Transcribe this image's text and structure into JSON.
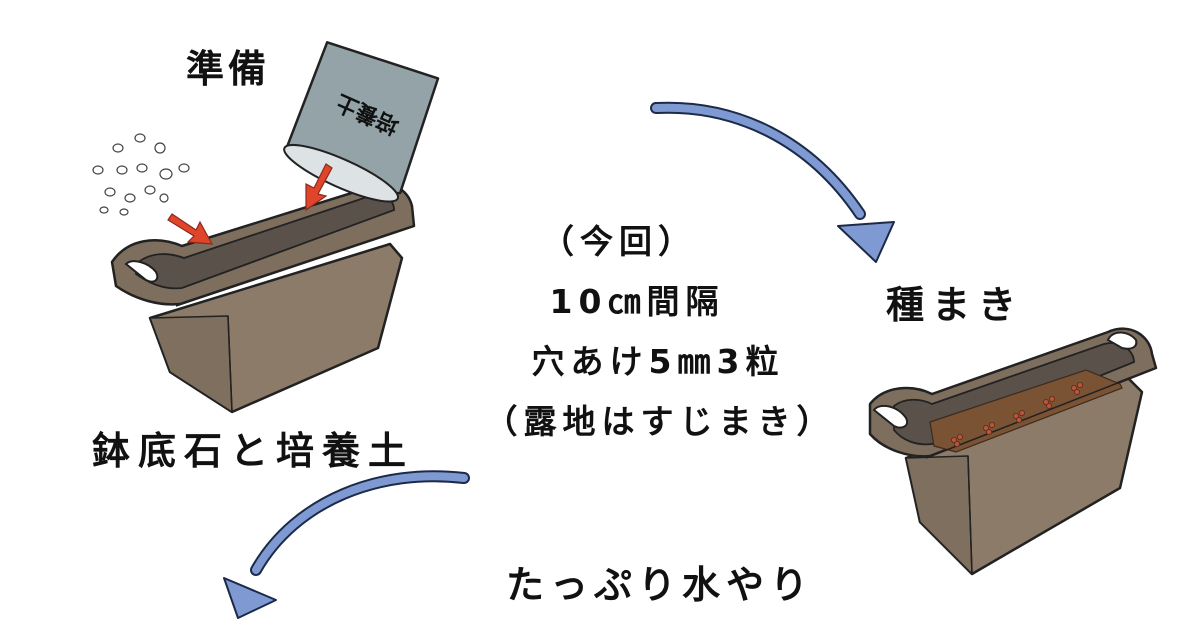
{
  "labels": {
    "prep": "準備",
    "base": "鉢底石と培養土",
    "sowing": "種まき",
    "watering": "たっぷり水やり"
  },
  "bag_text": "培養土",
  "notes": [
    "（今回）",
    "10㎝間隔",
    "穴あけ5㎜3粒",
    "（露地はすじまき）"
  ],
  "colors": {
    "planter_body": "#8c7b69",
    "planter_rim": "#7e6e5e",
    "soil_dark": "#5a514a",
    "soil_brown": "#7a5234",
    "seed": "#b8553a",
    "bag": "#93a3a7",
    "flow_arrow": "#7f9ad2",
    "red_arrow": "#e0442a",
    "ink": "#222222"
  },
  "icons": [
    "planter-icon",
    "soil-bag-icon",
    "pebbles-icon",
    "red-arrow-icon",
    "flow-arrow-icon",
    "seed-icon"
  ]
}
